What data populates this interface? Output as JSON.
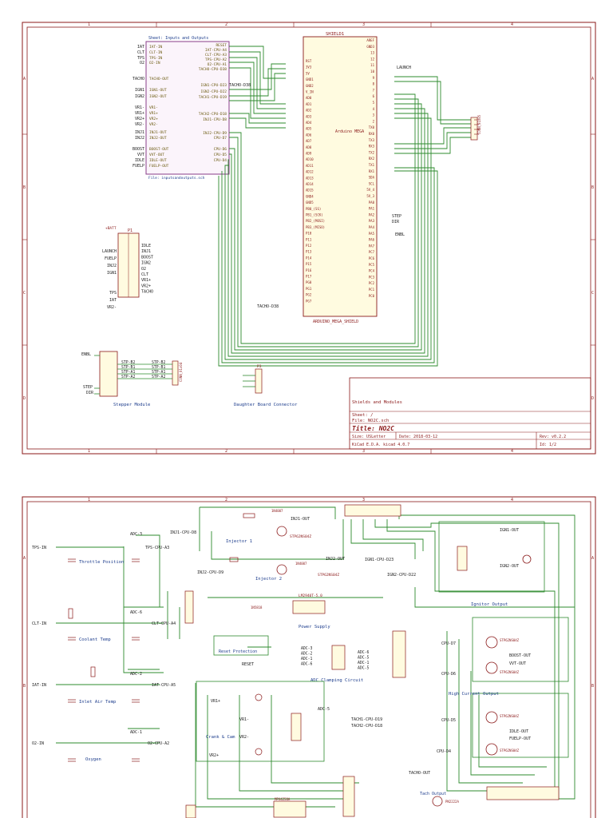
{
  "sheet1": {
    "title_block": {
      "project": "Shields and Modules",
      "sheet": "Sheet: /",
      "file": "File: NO2C.sch",
      "title": "Title: NO2C",
      "size": "Size: USLetter",
      "date": "Date: 2018-03-12",
      "kicad": "KiCad E.D.A.   kicad 4.0.7",
      "rev": "Rev: v0.2.2",
      "id": "Id: 1/2"
    },
    "hier_sheet": {
      "name": "Sheet: Inputs and Outputs",
      "file": "File: inputsandoutputs.sch",
      "left_labels": [
        "IAT",
        "CLT",
        "TPS",
        "O2",
        "TACHO",
        "IGN1",
        "IGN2",
        "VR1-",
        "VR1+",
        "VR2+",
        "VR2-",
        "INJ1",
        "INJ2",
        "BOOST",
        "VVT",
        "IDLE",
        "FUELP"
      ],
      "left_pins": [
        "IAT-IN",
        "CLT-IN",
        "TPS-IN",
        "O2-IN",
        "TACHO-OUT",
        "IGN1-OUT",
        "IGN2-OUT",
        "VR1-",
        "VR1+",
        "VR2+",
        "VR2-",
        "INJ1-OUT",
        "INJ2-OUT",
        "BOOST-OUT",
        "VVT-OUT",
        "IDLE-OUT",
        "FUELP-OUT"
      ],
      "right_pins": [
        "RESET",
        "IAT-CPU-A4",
        "CLT-CPU-A3",
        "TPS-CPU-A2",
        "O2-CPU-A1",
        "TACHO-CPU-D38",
        "IGN1-CPU-D23",
        "IGN2-CPU-D22",
        "TACH1-CPU-D19",
        "TACH2-CPU-D18",
        "INJ1-CPU-D8",
        "INJ2-CPU-D9",
        "CPU-D7",
        "CPU-D6",
        "CPU-D5",
        "CPU-D4"
      ]
    },
    "shield": {
      "ref": "SHIELD1",
      "value": "ARDUINO_MEGA_SHIELD",
      "center_text": "Arduino MEGA",
      "left_pins": [
        "RST",
        "3V3",
        "5V",
        "GND1",
        "GND2",
        "V_IN",
        "AD0",
        "AD1",
        "AD2",
        "AD3",
        "AD4",
        "AD5",
        "AD6",
        "AD7",
        "AD8",
        "AD9",
        "AD10",
        "AD11",
        "AD12",
        "AD13",
        "AD14",
        "AD15",
        "GND4",
        "GND5",
        "PB0_(SS)",
        "PB1_(SCK)",
        "PB2_(MOSI)",
        "PB3_(MISO)",
        "P10",
        "P11",
        "P12",
        "P13",
        "P14",
        "P15",
        "P16",
        "P17",
        "PG0",
        "PG1",
        "PG2",
        "PG7"
      ],
      "right_pins": [
        "AREF",
        "GND3",
        "13",
        "12",
        "11",
        "10",
        "9",
        "8",
        "7",
        "6",
        "5",
        "4",
        "3",
        "2",
        "TX0",
        "RX0",
        "TX3",
        "RX3",
        "TX2",
        "RX2",
        "TX1",
        "RX1",
        "SDA",
        "SCL",
        "5V_4",
        "5V_3",
        "PA0",
        "PA1",
        "PA2",
        "PA3",
        "PA4",
        "PA5",
        "PA6",
        "PA7",
        "PC7",
        "PC6",
        "PC5",
        "PC4",
        "PC3",
        "PC2",
        "PC1",
        "PC0"
      ],
      "net_labels": [
        "LAUNCH",
        "STEP",
        "DIR",
        "ENBL",
        "TACHO-D38"
      ]
    },
    "p1": {
      "ref": "P1",
      "left": [
        "LAUNCH",
        "FUELP",
        "INJ2",
        "IGN1",
        "TPS",
        "IAT",
        "VR2-"
      ],
      "right": [
        "IDLE",
        "INJ1",
        "BOOST",
        "IGN2",
        "O2",
        "CLT",
        "VR1+",
        "VR2+",
        "TACHO"
      ],
      "power": "+BATT"
    },
    "stepper": {
      "caption": "Stepper Module",
      "left": [
        "ENBL",
        "STEP",
        "DIR"
      ],
      "nets": [
        "STP-B2",
        "STP-B1",
        "STP-A1",
        "STP-A2"
      ],
      "conn_ref": "CONN_01x04"
    },
    "daughter": {
      "caption": "Daughter Board Connector",
      "ref": "P3"
    },
    "label_launch": "LAUNCH",
    "label_tacho": "TACHO-D38"
  },
  "sheet2": {
    "blocks": {
      "injector1": "Injector 1",
      "injector2": "Injector 2",
      "ignitor": "Ignitor Output",
      "throttle": "Throttle Position",
      "coolant": "Coolant Temp",
      "iat": "Inlet Air Temp",
      "oxygen": "Oxygen",
      "power": "Power Supply",
      "reset": "Reset Protection",
      "adc": "ADC Clamping Circuit",
      "highcurrent": "High Current Output",
      "crankcam": "Crank & Cam",
      "tach": "Tach Output"
    },
    "labels": {
      "inj1_out": "INJ1-OUT",
      "inj2_out": "INJ2-OUT",
      "inj1_cpu": "INJ1-CPU-D8",
      "inj2_cpu": "INJ2-CPU-D9",
      "ign1_out": "IGN1-OUT",
      "ign2_out": "IGN2-OUT",
      "ign1_cpu": "IGN1-CPU-D23",
      "ign2_cpu": "IGN2-CPU-D22",
      "tps_in": "TPS-IN",
      "tps_cpu": "TPS-CPU-A3",
      "clt_in": "CLT-IN",
      "clt_cpu": "CLT-CPU-A4",
      "iat_in": "IAT-IN",
      "iat_cpu": "IAT-CPU-A5",
      "o2_in": "O2-IN",
      "o2_cpu": "O2-CPU-A2",
      "adc3": "ADC-3",
      "adc6": "ADC-6",
      "adc2": "ADC-2",
      "adc1": "ADC-1",
      "adc5": "ADC-5",
      "reset": "RESET",
      "cpu_d7": "CPU-D7",
      "cpu_d6": "CPU-D6",
      "cpu_d5": "CPU-D5",
      "cpu_d4": "CPU-D4",
      "boost_out": "BOOST-OUT",
      "vvt_out": "VVT-OUT",
      "idle_out": "IDLE-OUT",
      "fuelp_out": "FUELP-OUT",
      "vr1p": "VR1+",
      "vr1m": "VR1-",
      "vr2m": "VR2-",
      "vr2p": "VR2+",
      "tach1": "TACH1-CPU-D19",
      "tach2": "TACH2-CPU-D18",
      "tacho_out": "TACHO-OUT",
      "regulator": "LM2940T-5.0",
      "mosfet": "STP62NS04Z",
      "diode": "1N4007",
      "schottky": "1N5818",
      "transistor": "PN2222A",
      "mpx": "MPX4250A"
    }
  }
}
